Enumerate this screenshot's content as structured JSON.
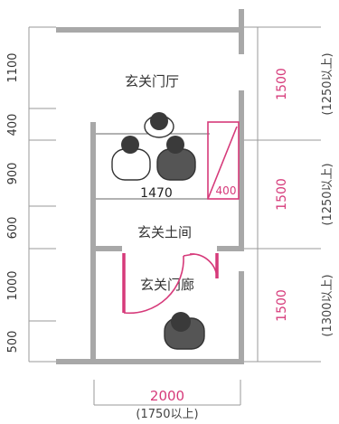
{
  "rooms": {
    "genkan_hall": "玄关门厅",
    "genkan_doma": "玄关土间",
    "genkan_corridor": "玄关门廊"
  },
  "left_dimensions": [
    "1100",
    "400",
    "900",
    "600",
    "1000",
    "500"
  ],
  "right_dimensions": [
    {
      "value": "1500",
      "alt": "(1250以上)"
    },
    {
      "value": "1500",
      "alt": "(1250以上)"
    },
    {
      "value": "1500",
      "alt": "(1300以上)"
    }
  ],
  "inner_width": "1470",
  "cabinet_depth": "400",
  "bottom_dimension": {
    "value": "2000",
    "alt": "(1750以上)"
  },
  "colors": {
    "accent": "#d63a7a",
    "wall": "#a8a8a8",
    "line": "#9a9a9a"
  }
}
